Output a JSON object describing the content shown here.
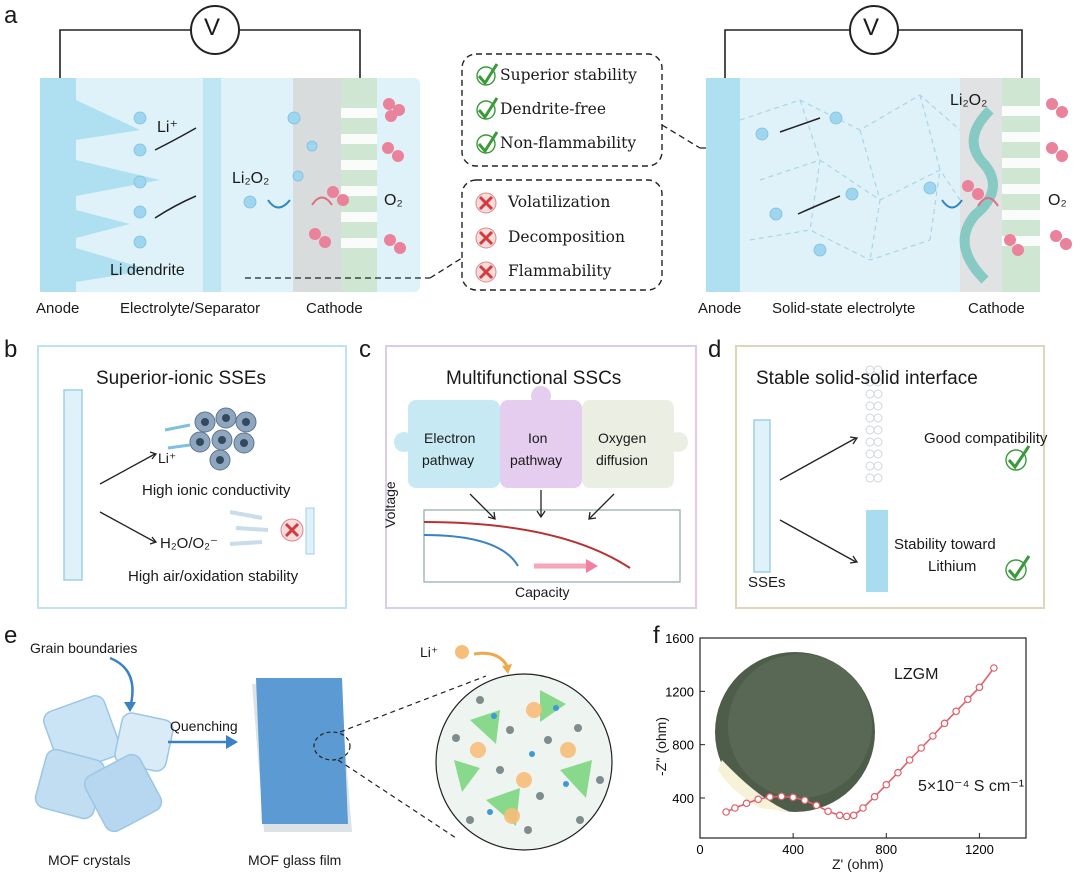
{
  "panels": {
    "a": "a",
    "b": "b",
    "c": "c",
    "d": "d",
    "e": "e",
    "f": "f"
  },
  "panel_a": {
    "voltmeter": "V",
    "left": {
      "anode": "Anode",
      "separator": "Electrolyte/Separator",
      "cathode": "Cathode",
      "li_ion": "Li⁺",
      "li2o2": "Li₂O₂",
      "o2": "O₂",
      "dendrite": "Li dendrite"
    },
    "right": {
      "anode": "Anode",
      "electrolyte": "Solid-state electrolyte",
      "cathode": "Cathode",
      "li2o2": "Li₂O₂",
      "o2": "O₂"
    },
    "good": [
      "Superior stability",
      "Dendrite-free",
      "Non-flammability"
    ],
    "bad": [
      "Volatilization",
      "Decomposition",
      "Flammability"
    ],
    "colors": {
      "electrolyte": "#dff2f9",
      "anode": "#aee0f1",
      "cathode": "#cfe6d2",
      "o2": "#e9829a",
      "li": "#9fd6ef",
      "check": "#3a9a3a",
      "cross": "#d63a3a"
    }
  },
  "panel_b": {
    "title": "Superior-ionic SSEs",
    "li": "Li⁺",
    "conductivity": "High ionic conductivity",
    "species": "H₂O/O₂⁻",
    "stability": "High air/oxidation stability"
  },
  "panel_c": {
    "title": "Multifunctional SSCs",
    "pieces": [
      {
        "line1": "Electron",
        "line2": "pathway",
        "color": "#c6e9f3"
      },
      {
        "line1": "Ion",
        "line2": "pathway",
        "color": "#e4cdef"
      },
      {
        "line1": "Oxygen",
        "line2": "diffusion",
        "color": "#ebeee3"
      }
    ],
    "ylabel": "Voltage",
    "xlabel": "Capacity"
  },
  "panel_d": {
    "title": "Stable solid-solid interface",
    "compat": "Good compatibility",
    "stab1": "Stability toward",
    "stab2": "Lithium",
    "sses": "SSEs"
  },
  "panel_e": {
    "grain": "Grain boundaries",
    "quench": "Quenching",
    "crystals": "MOF crystals",
    "film": "MOF glass film",
    "li": "Li⁺"
  },
  "chart_data": {
    "type": "line",
    "title": "",
    "annotation_name": "LZGM",
    "annotation_value": "5×10⁻⁴ S cm⁻¹",
    "xlabel": "Z' (ohm)",
    "ylabel": "-Z'' (ohm)",
    "xlim": [
      0,
      1400
    ],
    "ylim": [
      100,
      1600
    ],
    "xticks": [
      0,
      400,
      800,
      1200
    ],
    "yticks": [
      400,
      800,
      1200,
      1600
    ],
    "series": [
      {
        "values": [
          [
            112,
            295
          ],
          [
            150,
            325
          ],
          [
            200,
            360
          ],
          [
            250,
            390
          ],
          [
            300,
            408
          ],
          [
            350,
            412
          ],
          [
            400,
            405
          ],
          [
            450,
            383
          ],
          [
            500,
            345
          ],
          [
            550,
            300
          ],
          [
            600,
            270
          ],
          [
            630,
            262
          ],
          [
            660,
            270
          ],
          [
            700,
            325
          ],
          [
            750,
            410
          ],
          [
            800,
            500
          ],
          [
            850,
            590
          ],
          [
            900,
            685
          ],
          [
            950,
            775
          ],
          [
            1000,
            865
          ],
          [
            1050,
            960
          ],
          [
            1100,
            1050
          ],
          [
            1150,
            1140
          ],
          [
            1200,
            1230
          ],
          [
            1262,
            1375
          ]
        ]
      }
    ],
    "color": "#e0606a"
  }
}
